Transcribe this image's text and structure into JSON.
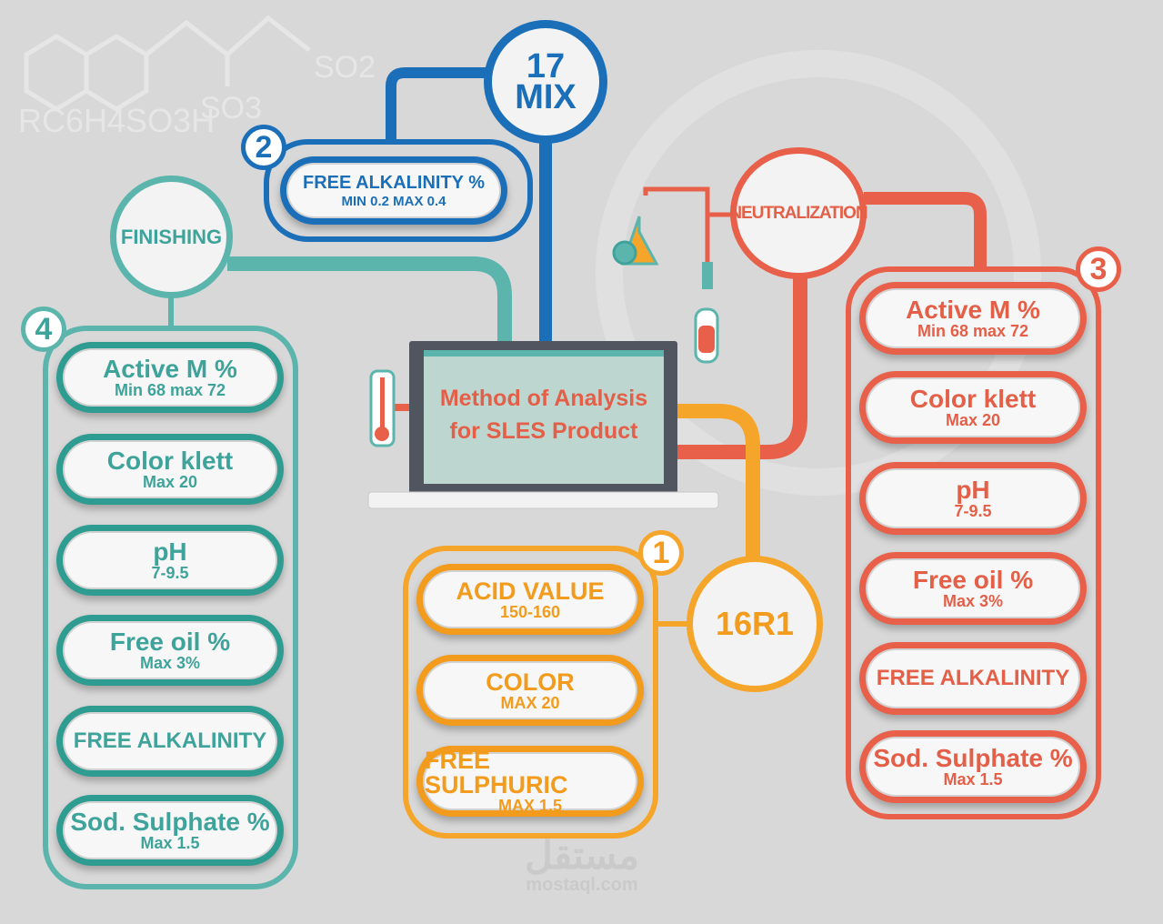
{
  "formula": {
    "name": "RC6H4SO3H",
    "so2": "SO2",
    "so3": "SO3"
  },
  "center": {
    "line1": "Method of Analysis",
    "line2": "for SLES Product"
  },
  "stage_mix": {
    "line1": "17",
    "line2": "MIX",
    "badge": "2",
    "items": [
      {
        "title": "FREE  ALKALINITY %",
        "sub": "MIN 0.2 MAX 0.4"
      }
    ]
  },
  "stage_finishing": {
    "label": "FINISHING",
    "badge": "4",
    "items": [
      {
        "title": "Active M %",
        "sub": "Min 68 max 72"
      },
      {
        "title": "Color klett",
        "sub": "Max 20"
      },
      {
        "title": "pH",
        "sub": "7-9.5"
      },
      {
        "title": "Free oil %",
        "sub": "Max 3%"
      },
      {
        "title": "FREE  ALKALINITY",
        "sub": ""
      },
      {
        "title": "Sod. Sulphate %",
        "sub": "Max 1.5"
      }
    ]
  },
  "stage_neutralization": {
    "label": "NEUTRALIZATION",
    "badge": "3",
    "items": [
      {
        "title": "Active M %",
        "sub": "Min 68 max 72"
      },
      {
        "title": "Color klett",
        "sub": "Max 20"
      },
      {
        "title": "pH",
        "sub": "7-9.5"
      },
      {
        "title": "Free oil %",
        "sub": "Max 3%"
      },
      {
        "title": "FREE  ALKALINITY",
        "sub": ""
      },
      {
        "title": "Sod. Sulphate %",
        "sub": "Max 1.5"
      }
    ]
  },
  "stage_16r1": {
    "label": "16R1",
    "badge": "1",
    "items": [
      {
        "title": "ACID VALUE",
        "sub": "150-160"
      },
      {
        "title": "COLOR",
        "sub": "MAX 20"
      },
      {
        "title": "FREE SULPHURIC",
        "sub": "MAX 1.5"
      }
    ]
  },
  "watermark": {
    "arabic": "مستقل",
    "latin": "mostaql.com"
  },
  "colors": {
    "blue": "#1b6fb8",
    "teal": "#5cb5ad",
    "orange": "#f5a52a",
    "red": "#e8604a"
  }
}
